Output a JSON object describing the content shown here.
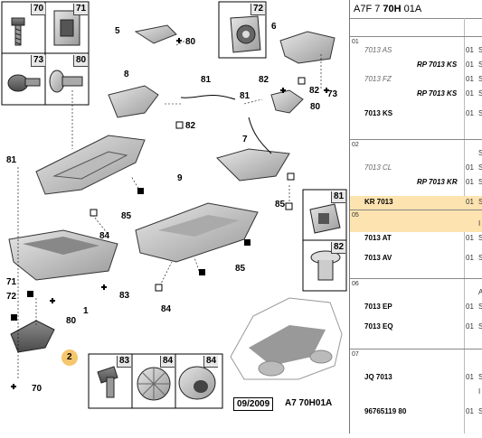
{
  "diagram": {
    "labels": [
      "70",
      "71",
      "73",
      "80",
      "72",
      "5",
      "80",
      "6",
      "8",
      "81",
      "82",
      "82",
      "73",
      "80",
      "81",
      "82",
      "7",
      "81",
      "9",
      "85",
      "84",
      "85",
      "84",
      "71",
      "72",
      "80",
      "83",
      "1",
      "2",
      "70",
      "81",
      "82",
      "85",
      "83",
      "84",
      "84"
    ],
    "footer_date": "09/2009",
    "footer_ref": "A7 70H01A"
  },
  "table": {
    "header_prefix": "A7F 7",
    "header_bold": "70H",
    "header_suffix": "01A",
    "groups": [
      {
        "num": "01",
        "rows": [
          {
            "main": "",
            "alt": "7013 AS",
            "sub": "",
            "qty": "01",
            "edge": "S"
          },
          {
            "main": "",
            "alt": "",
            "sub": "RP 7013 KS",
            "qty": "01",
            "edge": "S"
          },
          {
            "main": "",
            "alt": "7013 FZ",
            "sub": "",
            "qty": "01",
            "edge": "S"
          },
          {
            "main": "",
            "alt": "",
            "sub": "RP 7013 KS",
            "qty": "01",
            "edge": "S"
          },
          {
            "main": "7013 KS",
            "alt": "",
            "sub": "",
            "qty": "01",
            "edge": "S"
          }
        ]
      },
      {
        "num": "02",
        "rows": [
          {
            "main": "",
            "alt": "",
            "sub": "",
            "qty": "",
            "edge": "S"
          },
          {
            "main": "",
            "alt": "7013 CL",
            "sub": "",
            "qty": "01",
            "edge": "S"
          },
          {
            "main": "",
            "alt": "",
            "sub": "RP 7013 KR",
            "qty": "01",
            "edge": "S"
          },
          {
            "main": "KR 7013",
            "alt": "",
            "sub": "",
            "qty": "01",
            "edge": "S"
          }
        ]
      },
      {
        "num": "05",
        "rows": [
          {
            "main": "",
            "alt": "",
            "sub": "",
            "qty": "",
            "edge": "I"
          },
          {
            "main": "7013 AT",
            "alt": "",
            "sub": "",
            "qty": "01",
            "edge": "S"
          },
          {
            "main": "7013 AV",
            "alt": "",
            "sub": "",
            "qty": "01",
            "edge": "S"
          }
        ]
      },
      {
        "num": "06",
        "rows": [
          {
            "main": "",
            "alt": "",
            "sub": "",
            "qty": "",
            "edge": "A"
          },
          {
            "main": "7013 EP",
            "alt": "",
            "sub": "",
            "qty": "01",
            "edge": "S"
          },
          {
            "main": "7013 EQ",
            "alt": "",
            "sub": "",
            "qty": "01",
            "edge": "S"
          }
        ]
      },
      {
        "num": "07",
        "rows": [
          {
            "main": "",
            "alt": "",
            "sub": "",
            "qty": "",
            "edge": ""
          },
          {
            "main": "JQ 7013",
            "alt": "",
            "sub": "",
            "qty": "01",
            "edge": "S"
          },
          {
            "main": "",
            "alt": "",
            "sub": "",
            "qty": "",
            "edge": "I"
          },
          {
            "main": "96765119 80",
            "alt": "",
            "sub": "",
            "qty": "01",
            "edge": "S"
          }
        ]
      }
    ]
  }
}
